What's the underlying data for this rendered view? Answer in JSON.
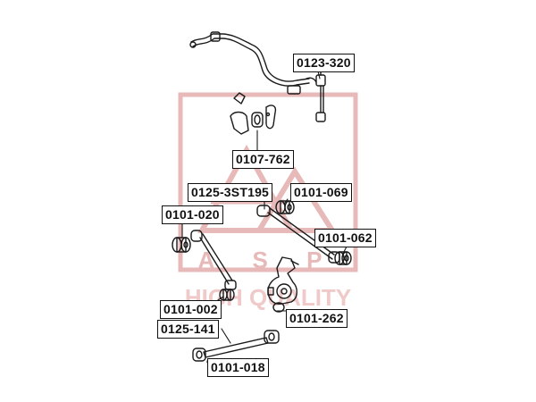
{
  "watermark": {
    "brand": "A S P",
    "tagline": "HIGH QUALITY",
    "color": "#e8b9b9"
  },
  "parts": [
    {
      "id": "p1",
      "number": "0123-320"
    },
    {
      "id": "p2",
      "number": "0107-762"
    },
    {
      "id": "p3",
      "number": "0125-3ST195"
    },
    {
      "id": "p4",
      "number": "0101-069"
    },
    {
      "id": "p5",
      "number": "0101-020"
    },
    {
      "id": "p6",
      "number": "0101-062"
    },
    {
      "id": "p7",
      "number": "0101-002"
    },
    {
      "id": "p8",
      "number": "0101-262"
    },
    {
      "id": "p9",
      "number": "0125-141"
    },
    {
      "id": "p10",
      "number": "0101-018"
    }
  ],
  "colors": {
    "line": "#1a1a1a",
    "label_border": "#111111",
    "label_bg": "#ffffff"
  }
}
